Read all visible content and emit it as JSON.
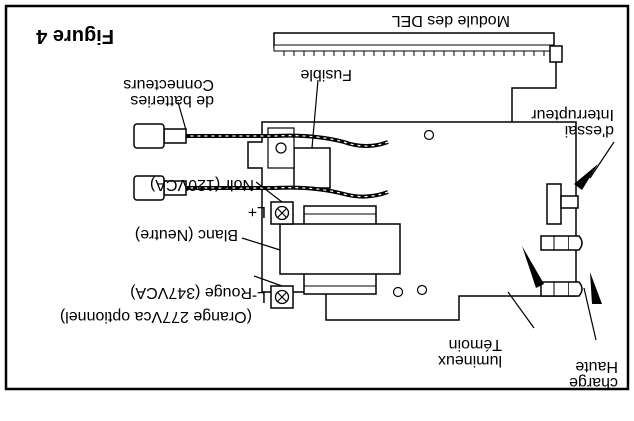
{
  "figure": {
    "title": "Figure 4",
    "labels": {
      "led_module": "Module des DEL",
      "test_switch_line1": "Interrupteur",
      "test_switch_line2": "d'essai",
      "fuse": "Fusible",
      "battery_connectors_line1": "Connecteurs",
      "battery_connectors_line2": "de batteries",
      "l_plus": "L+",
      "l_minus": "L-",
      "black_wire": "Noir (120VCA)",
      "white_wire": "Blanc (Neutre)",
      "red_wire": "Rouge (347VCA)",
      "orange_wire": "(Orange 277Vca optionnel)",
      "indicator_line1": "Témoin",
      "indicator_line2": "lumineux",
      "high_charge_line1": "Haute",
      "high_charge_line2": "charge"
    }
  }
}
